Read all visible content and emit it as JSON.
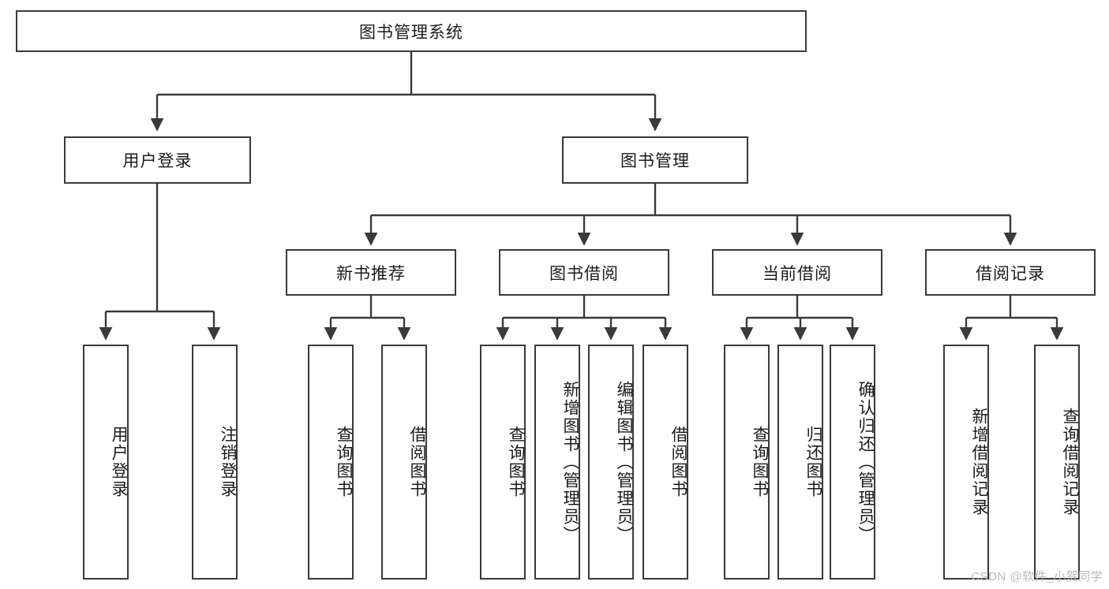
{
  "diagram": {
    "type": "tree-hierarchy-chart",
    "title": "图书管理系统",
    "orientation": "top-down",
    "colors": {
      "box_border": "#3a3a3a",
      "box_fill": "#ffffff",
      "connector": "#3a3a3a",
      "text": "#1b1b1b",
      "watermark": "#b9b9b9"
    },
    "root": {
      "label": "图书管理系统"
    },
    "level2": [
      {
        "label": "用户登录"
      },
      {
        "label": "图书管理"
      }
    ],
    "level3": [
      {
        "label": "新书推荐"
      },
      {
        "label": "图书借阅"
      },
      {
        "label": "当前借阅"
      },
      {
        "label": "借阅记录"
      }
    ],
    "leaves": {
      "user_login": [
        {
          "label": "用户登录"
        },
        {
          "label": "注销登录"
        }
      ],
      "new_book_recommend": [
        {
          "label": "查询图书"
        },
        {
          "label": "借阅图书"
        }
      ],
      "book_borrow": [
        {
          "label": "查询图书"
        },
        {
          "label": "新增图书（管理员）"
        },
        {
          "label": "编辑图书（管理员）"
        },
        {
          "label": "借阅图书"
        }
      ],
      "current_borrow": [
        {
          "label": "查询图书"
        },
        {
          "label": "归还图书"
        },
        {
          "label": "确认归还（管理员）"
        }
      ],
      "borrow_record": [
        {
          "label": "新增借阅记录"
        },
        {
          "label": "查询借阅记录"
        }
      ]
    }
  },
  "watermark": {
    "text": "CSDN @软件_小贺同学"
  }
}
